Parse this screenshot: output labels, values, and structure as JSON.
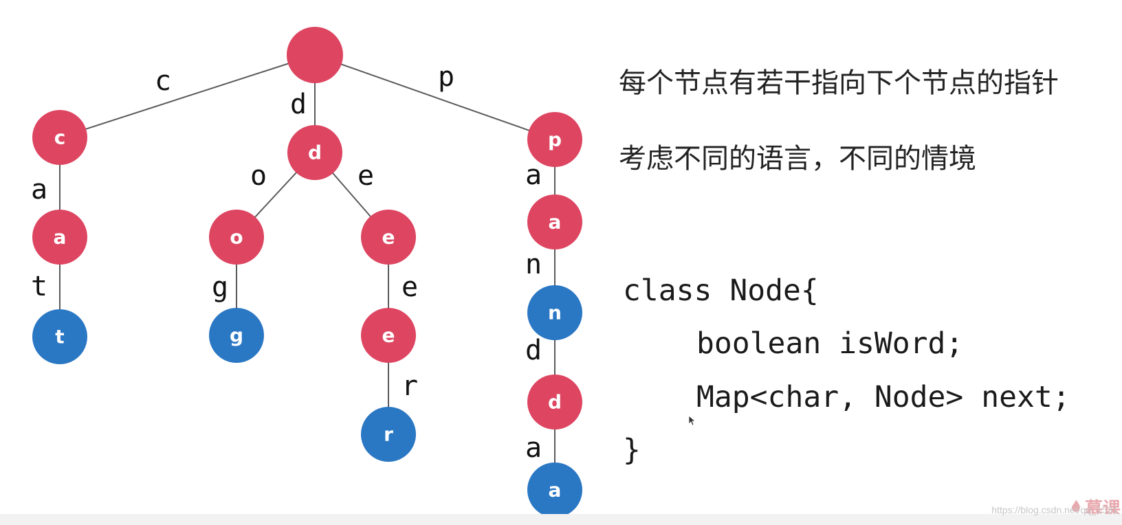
{
  "description_lines": [
    "每个节点有若干指向下个节点的指针",
    "考虑不同的语言，不同的情境"
  ],
  "code": {
    "line1": "class Node{",
    "line2": "boolean isWord;",
    "line3": "Map<char, Node> next;",
    "line4": "}"
  },
  "tree": {
    "colors": {
      "internal": "#dd4561",
      "word_end": "#2a77c4"
    },
    "nodes": [
      {
        "id": "root",
        "label": "",
        "color": "internal"
      },
      {
        "id": "c",
        "label": "c",
        "color": "internal"
      },
      {
        "id": "ca",
        "label": "a",
        "color": "internal"
      },
      {
        "id": "cat",
        "label": "t",
        "color": "word_end"
      },
      {
        "id": "d",
        "label": "d",
        "color": "internal"
      },
      {
        "id": "do",
        "label": "o",
        "color": "internal"
      },
      {
        "id": "dog",
        "label": "g",
        "color": "word_end"
      },
      {
        "id": "de",
        "label": "e",
        "color": "internal"
      },
      {
        "id": "dee",
        "label": "e",
        "color": "internal"
      },
      {
        "id": "deer",
        "label": "r",
        "color": "word_end"
      },
      {
        "id": "p",
        "label": "p",
        "color": "internal"
      },
      {
        "id": "pa",
        "label": "a",
        "color": "internal"
      },
      {
        "id": "pan",
        "label": "n",
        "color": "word_end"
      },
      {
        "id": "pand",
        "label": "d",
        "color": "internal"
      },
      {
        "id": "panda",
        "label": "a",
        "color": "word_end"
      }
    ],
    "edges": [
      {
        "from": "root",
        "to": "c",
        "label": "c"
      },
      {
        "from": "root",
        "to": "d",
        "label": "d"
      },
      {
        "from": "root",
        "to": "p",
        "label": "p"
      },
      {
        "from": "c",
        "to": "ca",
        "label": "a"
      },
      {
        "from": "ca",
        "to": "cat",
        "label": "t"
      },
      {
        "from": "d",
        "to": "do",
        "label": "o"
      },
      {
        "from": "do",
        "to": "dog",
        "label": "g"
      },
      {
        "from": "d",
        "to": "de",
        "label": "e"
      },
      {
        "from": "de",
        "to": "dee",
        "label": "e"
      },
      {
        "from": "dee",
        "to": "deer",
        "label": "r"
      },
      {
        "from": "p",
        "to": "pa",
        "label": "a"
      },
      {
        "from": "pa",
        "to": "pan",
        "label": "n"
      },
      {
        "from": "pan",
        "to": "pand",
        "label": "d"
      },
      {
        "from": "pand",
        "to": "panda",
        "label": "a"
      }
    ]
  },
  "watermark": {
    "logo_text": "慕课",
    "url": "https://blog.csdn.net/qq_1531"
  }
}
